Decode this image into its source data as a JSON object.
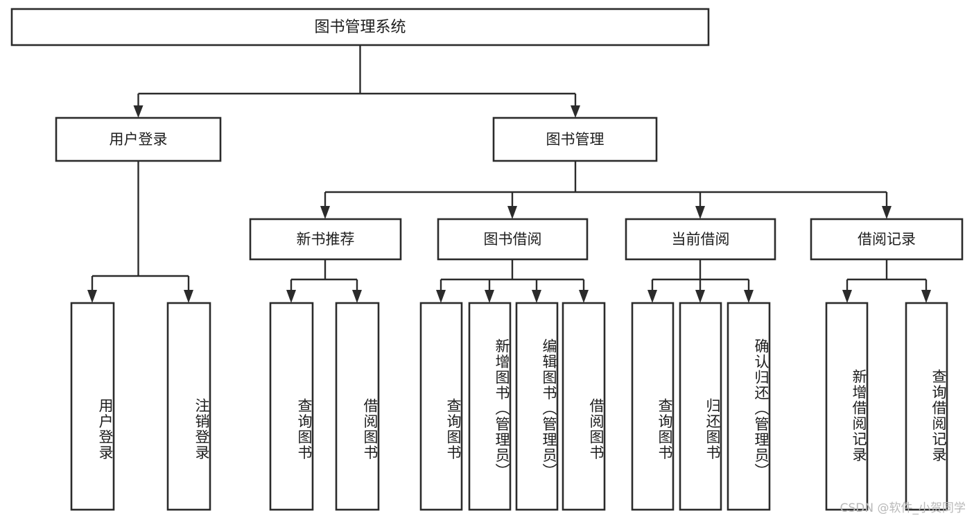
{
  "diagram": {
    "type": "tree-hierarchy",
    "title": "图书管理系统",
    "orientation": "top-down",
    "colors": {
      "box_fill": "#ffffff",
      "box_stroke": "#2b2b2b",
      "connector": "#2b2b2b",
      "text": "#1d1d1d",
      "watermark": "#b9b9b9",
      "background": "#ffffff"
    },
    "root": {
      "id": "root",
      "label": "图书管理系统"
    },
    "level2": [
      {
        "id": "user-login",
        "label": "用户登录"
      },
      {
        "id": "book-manage",
        "label": "图书管理"
      }
    ],
    "level3": [
      {
        "id": "new-book-recommend",
        "label": "新书推荐",
        "parent": "book-manage"
      },
      {
        "id": "book-borrow",
        "label": "图书借阅",
        "parent": "book-manage"
      },
      {
        "id": "current-borrow",
        "label": "当前借阅",
        "parent": "book-manage"
      },
      {
        "id": "borrow-record",
        "label": "借阅记录",
        "parent": "book-manage"
      }
    ],
    "leaves": [
      {
        "id": "leaf-user-login",
        "label": "用户登录",
        "parent": "user-login"
      },
      {
        "id": "leaf-logout",
        "label": "注销登录",
        "parent": "user-login"
      },
      {
        "id": "leaf-query-book-1",
        "label": "查询图书",
        "parent": "new-book-recommend"
      },
      {
        "id": "leaf-borrow-book-1",
        "label": "借阅图书",
        "parent": "new-book-recommend"
      },
      {
        "id": "leaf-query-book-2",
        "label": "查询图书",
        "parent": "book-borrow"
      },
      {
        "id": "leaf-add-book",
        "label": "新增图书（管理员）",
        "parent": "book-borrow"
      },
      {
        "id": "leaf-edit-book",
        "label": "编辑图书（管理员）",
        "parent": "book-borrow"
      },
      {
        "id": "leaf-borrow-book-2",
        "label": "借阅图书",
        "parent": "book-borrow"
      },
      {
        "id": "leaf-query-book-3",
        "label": "查询图书",
        "parent": "current-borrow"
      },
      {
        "id": "leaf-return-book",
        "label": "归还图书",
        "parent": "current-borrow"
      },
      {
        "id": "leaf-confirm-return",
        "label": "确认归还（管理员）",
        "parent": "current-borrow"
      },
      {
        "id": "leaf-add-record",
        "label": "新增借阅记录",
        "parent": "borrow-record"
      },
      {
        "id": "leaf-query-record",
        "label": "查询借阅记录",
        "parent": "borrow-record"
      }
    ],
    "watermark": "CSDN @软件_小贺同学"
  }
}
